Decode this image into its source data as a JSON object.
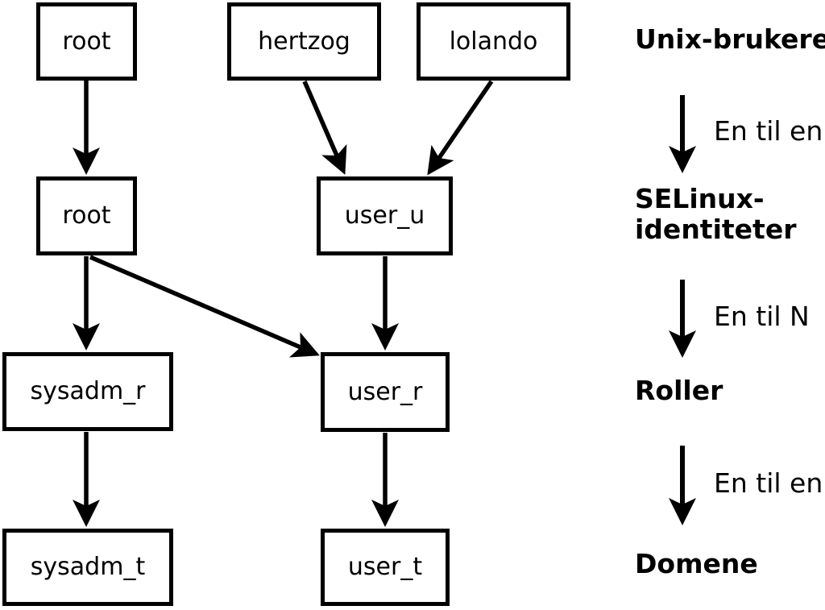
{
  "diagram": {
    "colors": {
      "foreground": "#000000",
      "background": "#ffffff"
    },
    "nodes": [
      {
        "id": "unix-root",
        "label": "root"
      },
      {
        "id": "unix-hertzog",
        "label": "hertzog"
      },
      {
        "id": "unix-lolando",
        "label": "lolando"
      },
      {
        "id": "selinux-root",
        "label": "root"
      },
      {
        "id": "selinux-user-u",
        "label": "user_u"
      },
      {
        "id": "role-sysadm-r",
        "label": "sysadm_r"
      },
      {
        "id": "role-user-r",
        "label": "user_r"
      },
      {
        "id": "domain-sysadm-t",
        "label": "sysadm_t"
      },
      {
        "id": "domain-user-t",
        "label": "user_t"
      }
    ],
    "edges": [
      {
        "from": "unix-root",
        "to": "selinux-root"
      },
      {
        "from": "unix-hertzog",
        "to": "selinux-user-u"
      },
      {
        "from": "unix-lolando",
        "to": "selinux-user-u"
      },
      {
        "from": "selinux-root",
        "to": "role-sysadm-r"
      },
      {
        "from": "selinux-root",
        "to": "role-user-r"
      },
      {
        "from": "selinux-user-u",
        "to": "role-user-r"
      },
      {
        "from": "role-sysadm-r",
        "to": "domain-sysadm-t"
      },
      {
        "from": "role-user-r",
        "to": "domain-user-t"
      }
    ],
    "legend": {
      "level1": "Unix-brukere",
      "mapping1": "En til en",
      "level2_line1": "SELinux-",
      "level2_line2": "identiteter",
      "mapping2": "En til N",
      "level3": "Roller",
      "mapping3": "En til en",
      "level4": "Domene"
    }
  }
}
